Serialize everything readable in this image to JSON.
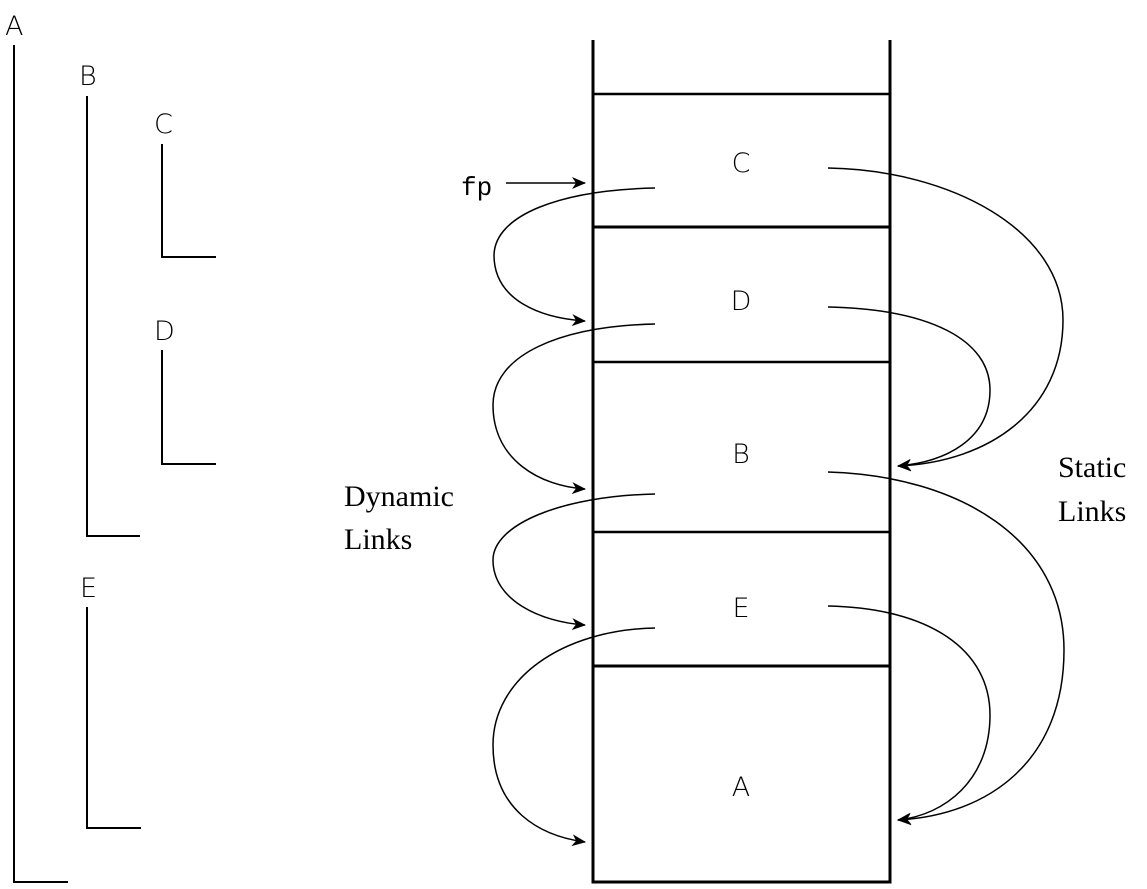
{
  "diagram": {
    "scope_tree": {
      "nodes": [
        {
          "name": "A",
          "depth": 0
        },
        {
          "name": "B",
          "depth": 1,
          "parent": "A"
        },
        {
          "name": "C",
          "depth": 2,
          "parent": "B"
        },
        {
          "name": "D",
          "depth": 2,
          "parent": "B"
        },
        {
          "name": "E",
          "depth": 1,
          "parent": "A"
        }
      ]
    },
    "stack": {
      "frames_top_to_bottom": [
        "C",
        "D",
        "B",
        "E",
        "A"
      ]
    },
    "frame_pointer_label": "fp",
    "dynamic_links_label": [
      "Dynamic",
      "Links"
    ],
    "static_links_label": [
      "Static",
      "Links"
    ],
    "dynamic_links": [
      {
        "from": "C",
        "to": "D"
      },
      {
        "from": "D",
        "to": "B"
      },
      {
        "from": "B",
        "to": "E"
      },
      {
        "from": "E",
        "to": "A"
      }
    ],
    "static_links": [
      {
        "from": "C",
        "to": "B"
      },
      {
        "from": "D",
        "to": "B"
      },
      {
        "from": "B",
        "to": "A"
      },
      {
        "from": "E",
        "to": "A"
      }
    ],
    "stroke_color": "#000000",
    "background": "#ffffff"
  }
}
